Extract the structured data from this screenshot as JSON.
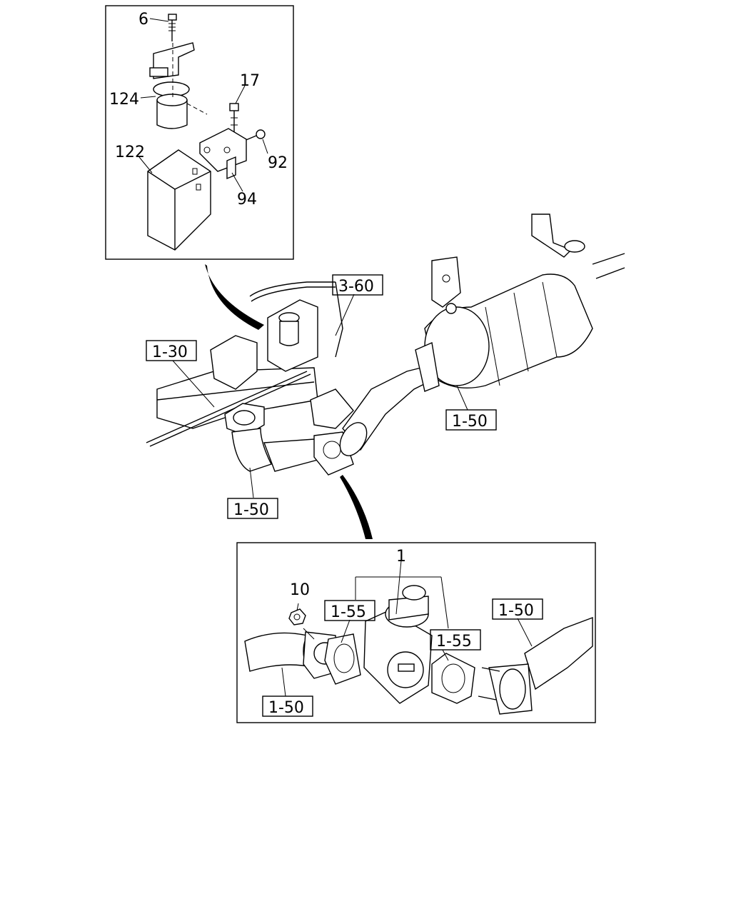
{
  "callouts": {
    "c6": "6",
    "c124": "124",
    "c17": "17",
    "c92": "92",
    "c122": "122",
    "c94": "94",
    "c1": "1",
    "c10": "10"
  },
  "references": {
    "r360": "3-60",
    "r130": "1-30",
    "r150_top": "1-50",
    "r150_left": "1-50",
    "r155_left": "1-55",
    "r155_right": "1-55",
    "r150_detail_right": "1-50",
    "r150_detail_left": "1-50"
  }
}
